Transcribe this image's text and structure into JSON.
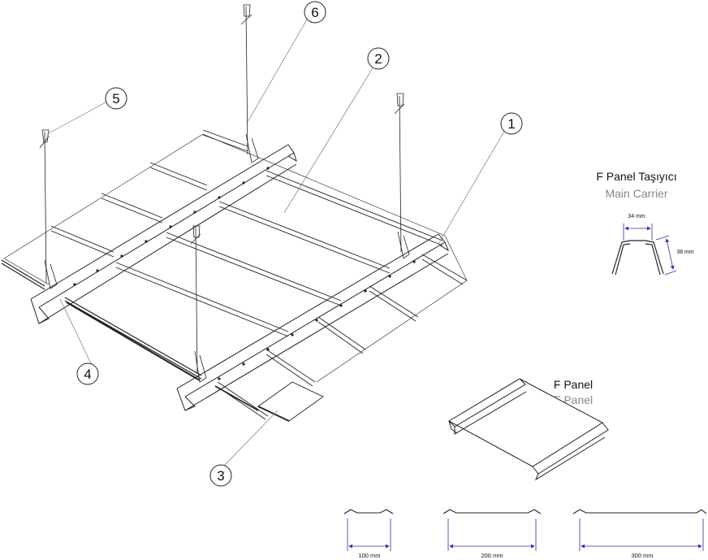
{
  "callouts": [
    {
      "num": "1",
      "part": "main-carrier"
    },
    {
      "num": "2",
      "part": "ceiling-panel"
    },
    {
      "num": "3",
      "part": "panel-end"
    },
    {
      "num": "4",
      "part": "wall-angle"
    },
    {
      "num": "5",
      "part": "hanger-wire"
    },
    {
      "num": "6",
      "part": "hanger-rod"
    }
  ],
  "carrier_detail": {
    "title_tr": "F Panel Taşıyıcı",
    "title_en": "Main Carrier",
    "width_label": "34 mm",
    "height_label": "38 mm"
  },
  "panel_detail": {
    "title_tr": "F Panel",
    "title_en": "F Panel"
  },
  "widths": [
    {
      "label": "100 mm"
    },
    {
      "label": "200 mm"
    },
    {
      "label": "300 mm"
    }
  ],
  "colors": {
    "line": "#222222",
    "dim_accent": "#3a2aa8",
    "subtitle": "#888888"
  }
}
